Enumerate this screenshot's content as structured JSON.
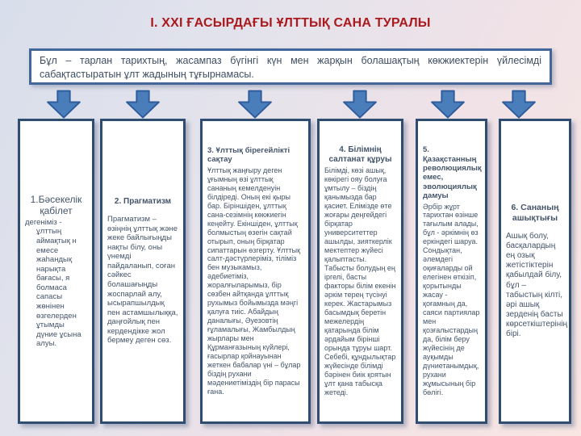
{
  "slide": {
    "title": "І. XXI ҒАСЫРДАҒЫ ҰЛТТЫҚ САНА ТУРАЛЫ",
    "intro": "Бұл – тарлан тарихтың, жасампаз бүгінгі күн мен жарқын болашақтың көкжиектерін үйлесімді сабақтастыратын ұлт жадының тұғырнамасы.",
    "columns": [
      {
        "heading": "1.Бәсекелік қабілет",
        "body": "дегеніміз - ұлттың аймақтық н емесе жаһандық нарықта бағасы, я болмаса сапасы жөнінен өзгелерден ұтымды дүние ұсына алуы."
      },
      {
        "heading": "2. Прагматизм",
        "body": "Прагматизм – өзіңнің ұлттық және жеке байлығыңды нақты білу, оны үнемді пайдаланып, соған сәйкес болашағыңды жоспарлай алу, ысырапшылдық пен астамшылыққа, даңғойлық пен кердендікке жол бермеу деген сөз."
      },
      {
        "heading": "3. Ұлттық бірегейлікті сақтау",
        "body": "Ұлттық жаңғыру деген ұғымның өзі ұлттық сананың кемелденуін білдіреді. Оның екі қыры бар. Біріншіден, ұлттық сана-сезімнің көкжиегін кеңейту. Екіншіден, ұлттық болмыстың өзегін сақтай отырып, оның бірқатар сипаттарын өзгерту. Ұлттық салт-дәстүрлеріміз, тіліміз бен музыкамыз, әдебиетіміз, жоралғыларымыз, бір сөзбен айтқанда ұлттық рухымыз бойымызда мәңгі қалуға тиіс. Абайдың даналығы, Әуезовтің ғұламалығы, Жамбылдың жырлары мен Құрманғазының күйлері, ғасырлар қойнауынан жеткен бабалар үні – бұлар біздің рухани мәдениетіміздің бір парасы ғана."
      },
      {
        "heading": "4. Білімнің салтанат құруы",
        "body": "Білімді, көзі ашық, көкірегі ояу болуға ұмтылу – біздің қанымызда бар қасиет. Елімізде өте жоғары деңгейдегі бірқатар университеттер ашылды, зияткерлік мектептер жүйесі қалыптасты. Табысты болудың ең іргелі, басты факторы білім екенін әркім терең түсінуі керек. Жастарымыз басымдық беретін межелердің қатарында білім әрдайым бірінші орында тұруы шарт. Себебі, құндылықтар жүйесінде білімді бәрінен биік қоятын ұлт қана табысқа жетеді."
      },
      {
        "heading": "5. Қазақстанның революциялық емес, эволюциялық дамуы",
        "body": "Әрбір жұрт тарихтан өзінше тағылым алады, бұл - әркімнің өз еркіндегі шаруа. Сондықтан, әлемдегі оқиғаларды ой елегінен өткізіп, қорытынды жасау - қоғамның да, саяси партиялар мен қозғалыстардың да, білім беру жүйесінің де ауқымды дүниетанымдық, рухани жұмысының бір бөлігі."
      },
      {
        "heading": "6. Сананың ашықтығы",
        "body": "Ашық болу, басқалардың ең озық жетістіктерін қабылдай білу, бұл – табыстың кілті, әрі ашық зерденің басты көрсеткіштерінің бірі."
      }
    ],
    "icons": {
      "down_arrow": "down-arrow"
    },
    "colors": {
      "title_red": "#a9191d",
      "box_border": "#2e4d71",
      "intro_border": "#44679b",
      "arrow_fill": "#4a7ebb",
      "arrow_stroke": "#2e5b9b",
      "text": "#44546a",
      "box_background": "#ffffff"
    }
  }
}
